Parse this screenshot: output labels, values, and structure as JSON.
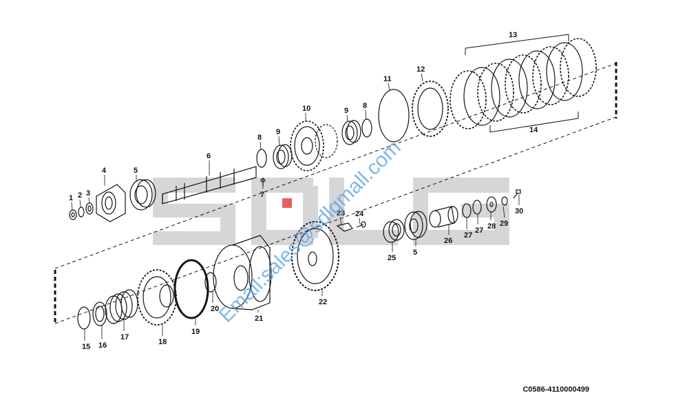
{
  "diagram": {
    "drawing_code": "C0586-4110000499",
    "watermark_email": "Email:sales@sdlgmall.com",
    "watermark_logo": "SDLG",
    "colors": {
      "ink": "#111111",
      "watermark_gray": "#d4d4d4",
      "watermark_red": "#e05050",
      "watermark_blue": "#5aa0e0"
    },
    "labels": [
      "1",
      "2",
      "3",
      "4",
      "5",
      "6",
      "7",
      "8",
      "9",
      "10",
      "8",
      "9",
      "11",
      "12",
      "13",
      "14",
      "30",
      "24",
      "23",
      "29",
      "28",
      "27",
      "27",
      "26",
      "5",
      "25",
      "22",
      "21",
      "20",
      "19",
      "18",
      "17",
      "16",
      "15"
    ]
  }
}
